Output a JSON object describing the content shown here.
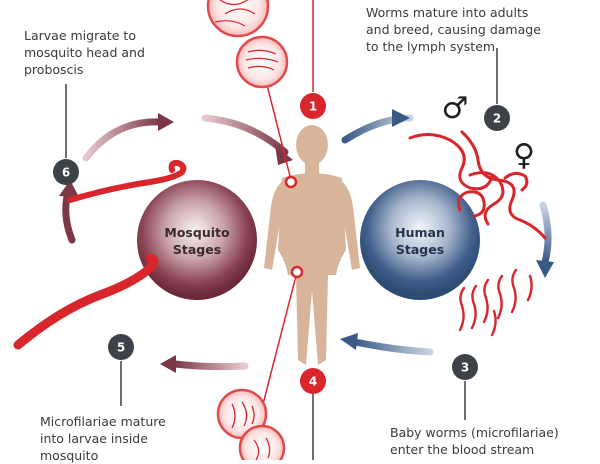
{
  "stages": {
    "mosquito": {
      "line1": "Mosquito",
      "line2": "Stages"
    },
    "human": {
      "line1": "Human",
      "line2": "Stages"
    }
  },
  "steps": [
    {
      "number": "1",
      "color": "#d8262c"
    },
    {
      "number": "2",
      "color": "#3d4148"
    },
    {
      "number": "3",
      "color": "#3d4148"
    },
    {
      "number": "4",
      "color": "#d8262c"
    },
    {
      "number": "5",
      "color": "#3d4148"
    },
    {
      "number": "6",
      "color": "#3d4148"
    }
  ],
  "captions": {
    "step2": [
      "Worms mature into adults",
      "and breed, causing damage",
      "to the lymph system"
    ],
    "step3": [
      "Baby worms (microfilariae)",
      "enter the blood stream"
    ],
    "step5": [
      "Microfilariae mature",
      "into larvae inside",
      "mosquito"
    ],
    "step6": [
      "Larvae migrate to",
      "mosquito head and",
      "proboscis"
    ]
  },
  "symbols": {
    "male": "♂",
    "female": "♀"
  },
  "colors": {
    "worm_red": "#d8262c",
    "human_blue": "#3a5a86",
    "mosquito_maroon": "#7c3846",
    "body_skin": "#d8b59a",
    "marker_dark": "#3d4148"
  }
}
